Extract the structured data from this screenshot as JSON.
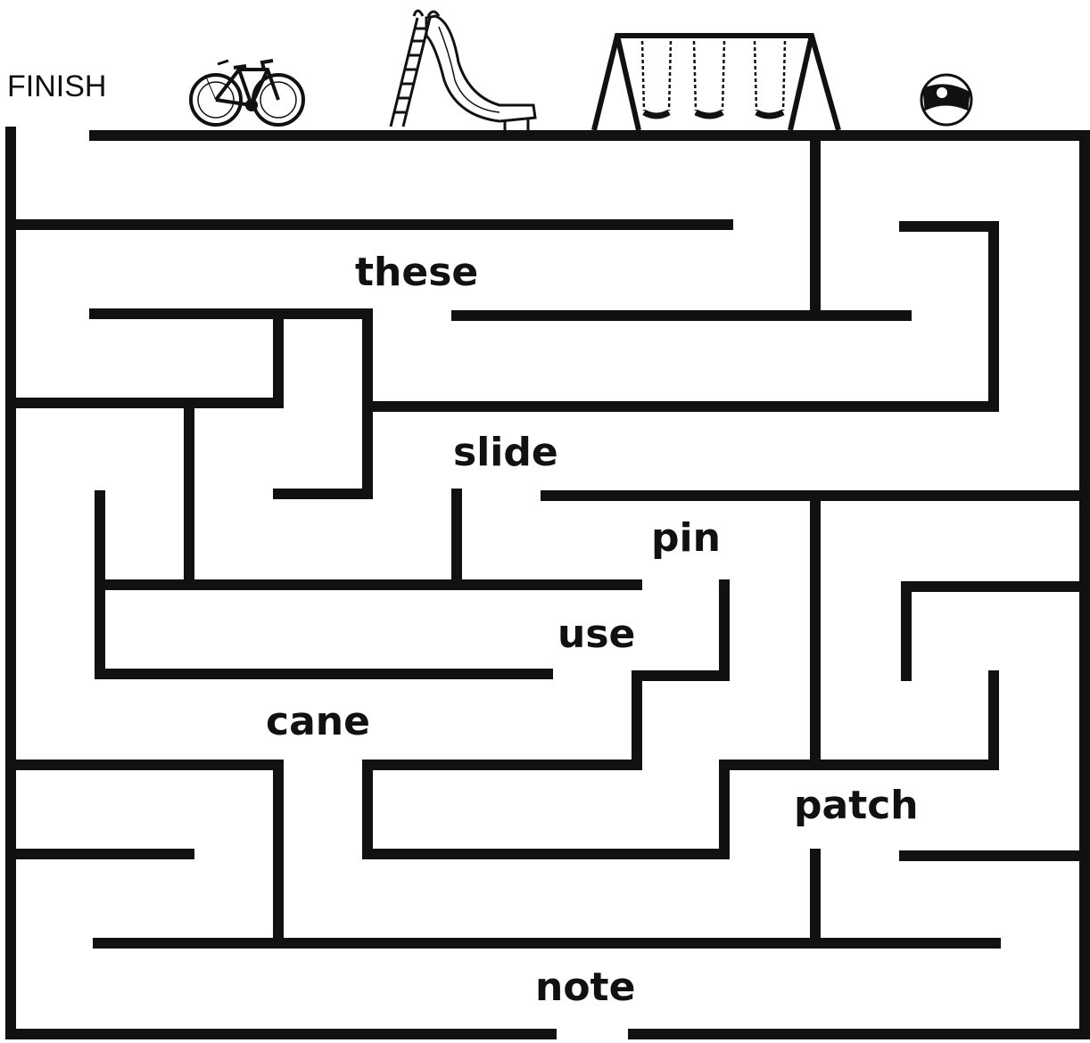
{
  "maze": {
    "finish_label": "FINISH",
    "words": [
      "these",
      "slide",
      "pin",
      "use",
      "cane",
      "patch",
      "note"
    ],
    "pictures": [
      "bicycle-icon",
      "slide-icon",
      "swing-set-icon",
      "ball-icon"
    ],
    "colors": {
      "ink": "#111111",
      "background": "#ffffff"
    }
  }
}
